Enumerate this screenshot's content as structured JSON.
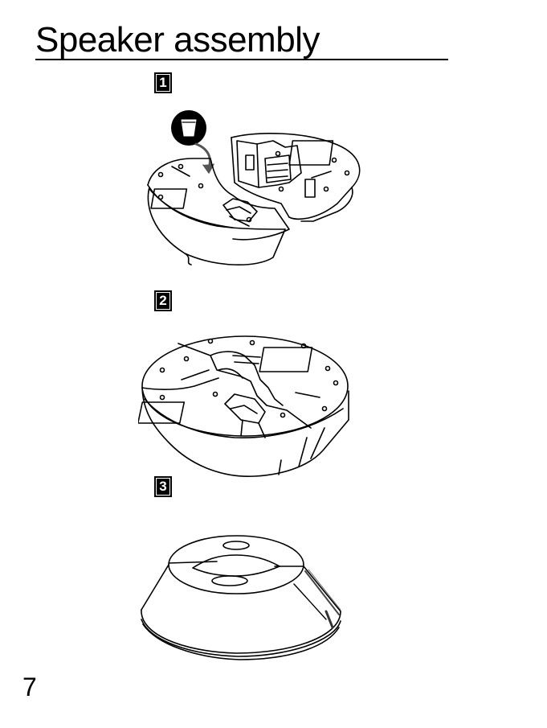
{
  "page": {
    "title": "Speaker assembly",
    "page_number": "7"
  },
  "steps": [
    {
      "number": "1",
      "description_icon": "speaker-halves-joining-illustration"
    },
    {
      "number": "2",
      "description_icon": "speaker-base-joined-illustration"
    },
    {
      "number": "3",
      "description_icon": "speaker-assembled-illustration"
    }
  ],
  "colors": {
    "ink": "#000000",
    "paper": "#ffffff"
  }
}
